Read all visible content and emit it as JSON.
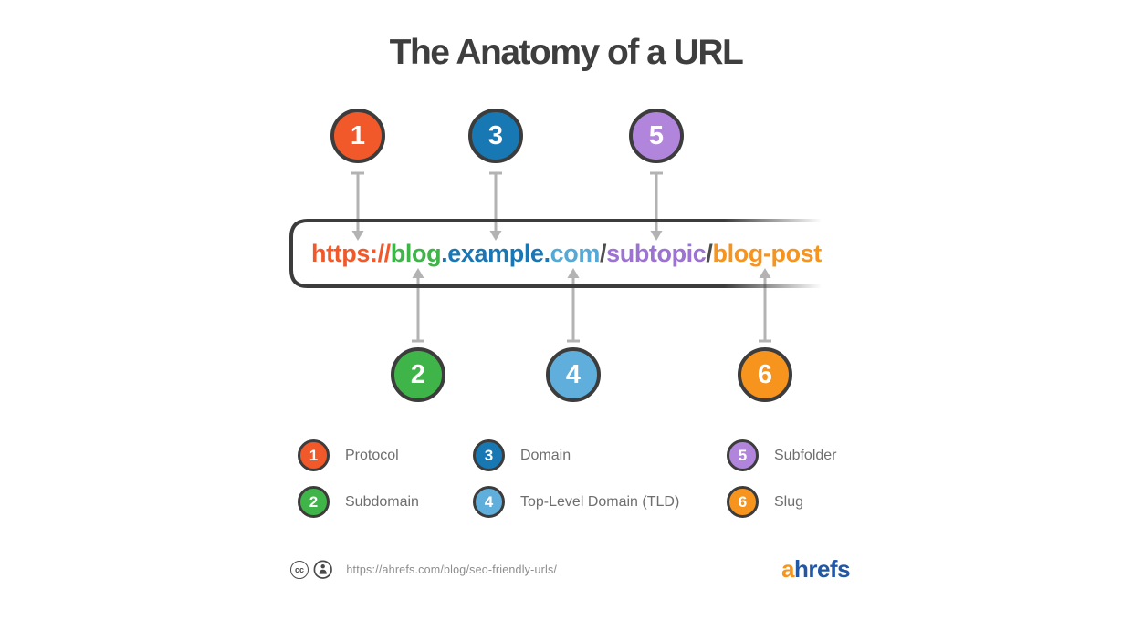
{
  "title": "The Anatomy of a URL",
  "url_bar": {
    "segments": [
      {
        "text": "https://",
        "color": "#F1592A"
      },
      {
        "text": "blog",
        "color": "#3FB549"
      },
      {
        "text": ".",
        "color": "#1B76B4"
      },
      {
        "text": "example",
        "color": "#1B76B4"
      },
      {
        "text": ".",
        "color": "#1B76B4"
      },
      {
        "text": "com",
        "color": "#54A9D6"
      },
      {
        "text": "/",
        "color": "#4D4D4D"
      },
      {
        "text": "subtopic",
        "color": "#9C72D2"
      },
      {
        "text": "/",
        "color": "#4D4D4D"
      },
      {
        "text": "blog-post",
        "color": "#F7941E"
      }
    ]
  },
  "markers": {
    "list": [
      {
        "num": "1",
        "color": "#F1592A"
      },
      {
        "num": "2",
        "color": "#3FB549"
      },
      {
        "num": "3",
        "color": "#1878B4"
      },
      {
        "num": "4",
        "color": "#5FAEDB"
      },
      {
        "num": "5",
        "color": "#B285DC"
      },
      {
        "num": "6",
        "color": "#F7941E"
      }
    ]
  },
  "legend": {
    "items": [
      {
        "num": "1",
        "label": "Protocol",
        "color": "#F1592A"
      },
      {
        "num": "2",
        "label": "Subdomain",
        "color": "#3FB549"
      },
      {
        "num": "3",
        "label": "Domain",
        "color": "#1878B4"
      },
      {
        "num": "4",
        "label": "Top-Level Domain (TLD)",
        "color": "#5FAEDB"
      },
      {
        "num": "5",
        "label": "Subfolder",
        "color": "#B285DC"
      },
      {
        "num": "6",
        "label": "Slug",
        "color": "#F7941E"
      }
    ]
  },
  "footer": {
    "license_badge_cc": "cc",
    "source_url": "https://ahrefs.com/blog/seo-friendly-urls/",
    "logo_prefix": "a",
    "logo_rest": "hrefs",
    "logo_prefix_color": "#F7941E",
    "logo_rest_color": "#2257A5"
  },
  "style": {
    "border_dark": "#3C3C3C",
    "arrow_gray": "#B3B3B3"
  }
}
